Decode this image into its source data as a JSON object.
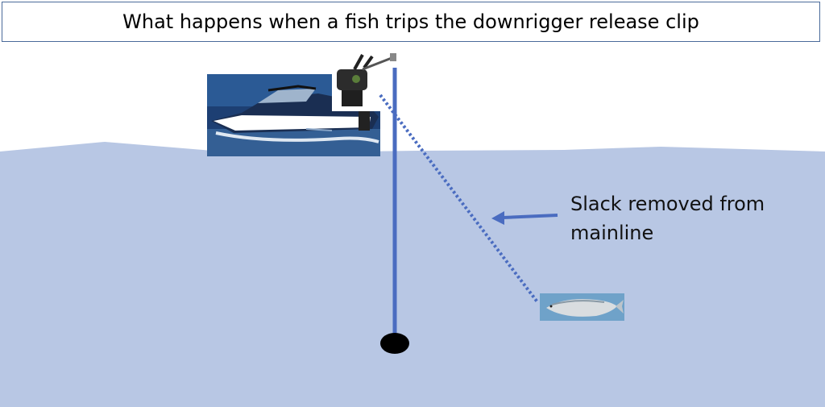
{
  "title": "What happens when a fish trips the downrigger release clip",
  "annotation": {
    "line1": "Slack removed from",
    "line2": "mainline"
  },
  "colors": {
    "water": "#b8c7e4",
    "line": "#4a6cc0",
    "weight": "#000000",
    "title_border": "#4a6a9a"
  },
  "icons": {
    "boat": "boat-photo",
    "downrigger": "downrigger-photo",
    "fish": "salmon-photo",
    "weight": "cannonball-weight"
  }
}
